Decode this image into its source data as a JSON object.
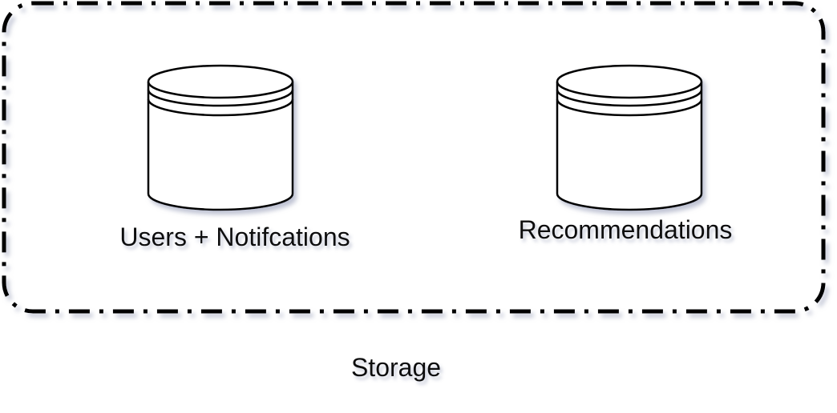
{
  "diagram": {
    "group_label": "Storage",
    "databases": [
      {
        "label": "Users + Notifcations"
      },
      {
        "label": "Recommendations"
      }
    ]
  },
  "colors": {
    "stroke": "#000000",
    "fill": "#ffffff",
    "shadow": "#9aa0b4"
  }
}
